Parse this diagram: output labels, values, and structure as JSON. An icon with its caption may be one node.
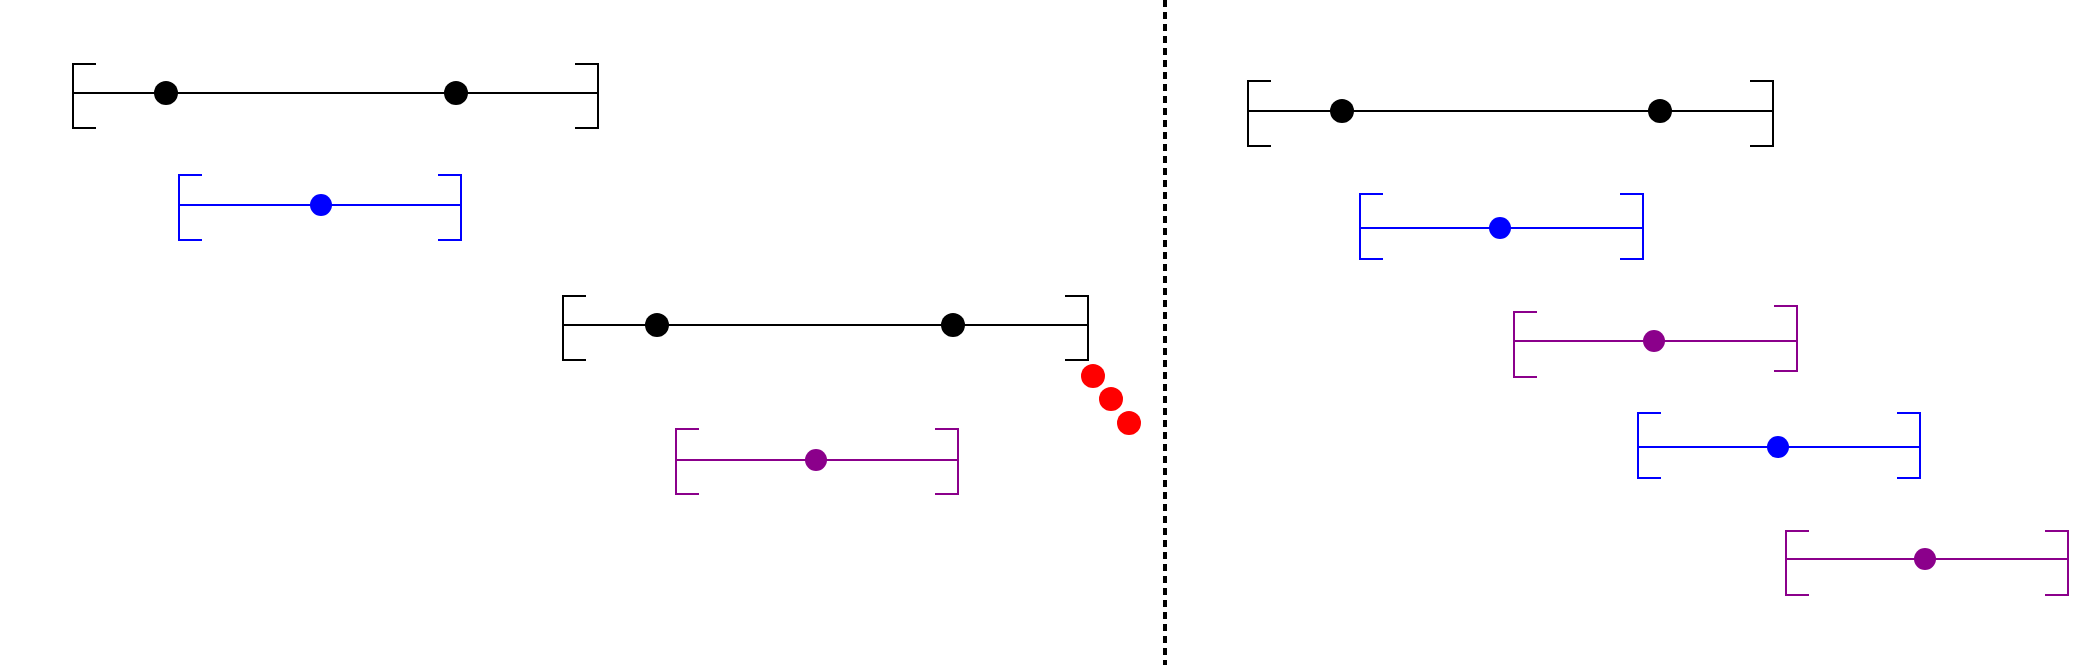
{
  "diagram": {
    "nodes": [
      {
        "text": [],
        "shape": "bar"
      },
      {
        "text": [],
        "shape": "bar"
      },
      {
        "text": [],
        "shape": "bar"
      },
      {
        "text": [],
        "shape": "bar"
      },
      {
        "text": [],
        "shape": "bar"
      },
      {
        "text": [],
        "shape": "bar"
      },
      {
        "text": [],
        "shape": "bar"
      },
      {
        "text": [],
        "shape": "bar"
      },
      {
        "text": [],
        "shape": "bar"
      }
    ]
  }
}
